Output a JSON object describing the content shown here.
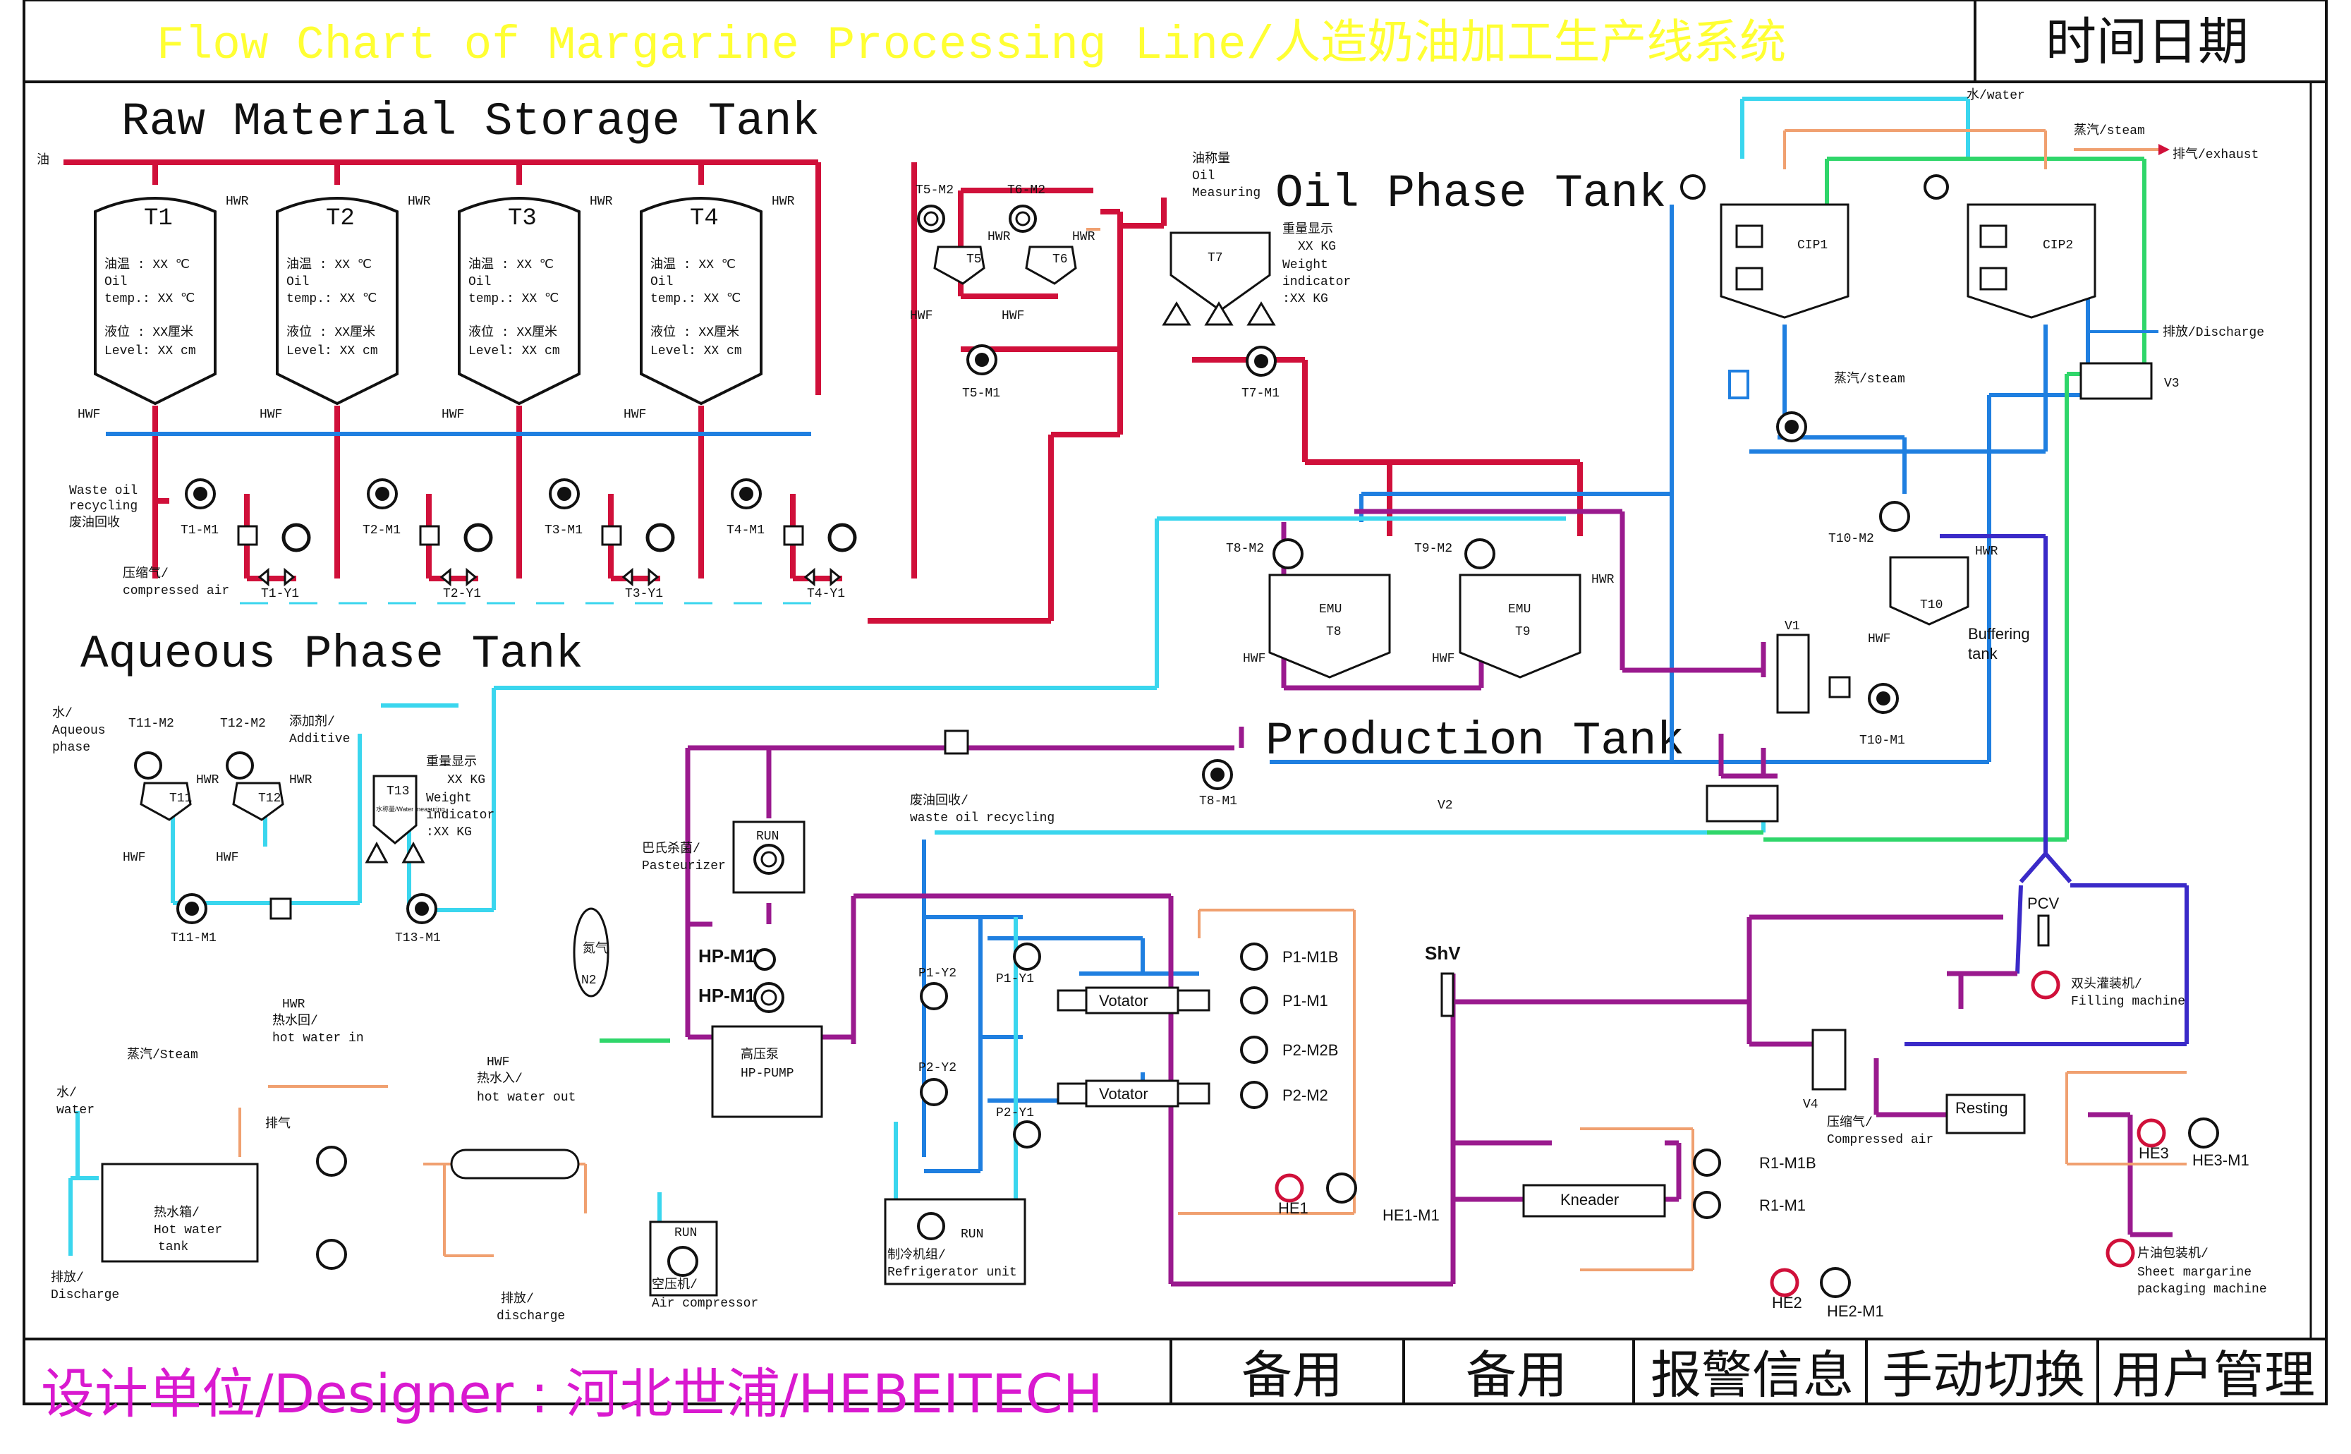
{
  "header": {
    "title": "Flow Chart of Margarine Processing Line/人造奶油加工生产线系统",
    "datetime": "时间日期"
  },
  "sections": {
    "raw_storage": "Raw Material Storage Tank",
    "oil_phase": "Oil Phase Tank",
    "aqueous_phase": "Aqueous Phase Tank",
    "production": "Production Tank"
  },
  "raw_tanks": [
    {
      "id": "T1",
      "pump": "T1-M1",
      "valve": "T1-Y1"
    },
    {
      "id": "T2",
      "pump": "T2-M1",
      "valve": "T2-Y1"
    },
    {
      "id": "T3",
      "pump": "T3-M1",
      "valve": "T3-Y1"
    },
    {
      "id": "T4",
      "pump": "T4-M1",
      "valve": "T4-Y1"
    }
  ],
  "tank_readout": {
    "oil_temp_cn": "油温 : XX ℃",
    "oil_label": "Oil",
    "temp_en": "temp.: XX ℃",
    "level_cn": "液位 : XX厘米",
    "level_en": "Level: XX cm"
  },
  "labels": {
    "oil_inlet": "油",
    "hwr": "HWR",
    "hwf": "HWF",
    "waste_oil_en1": "Waste oil",
    "waste_oil_en2": "recycling",
    "waste_oil_cn": "废油回收",
    "compressed_air_cn": "压缩气/",
    "compressed_air_en": "compressed air",
    "t5m2": "T5-M2",
    "t6m2": "T6-M2",
    "t5": "T5",
    "t6": "T6",
    "t5m1": "T5-M1",
    "oil_weigh_cn": "油称量",
    "oil_weigh_en1": "Oil",
    "oil_weigh_en2": "Measuring",
    "t7": "T7",
    "t7m1": "T7-M1",
    "weight_cn": "重量显示",
    "weight_kg": "XX KG",
    "weight_en1": "Weight",
    "weight_en2": "indicator",
    "weight_en3": ":XX KG",
    "water_top": "水/water",
    "steam_top": "蒸汽/steam",
    "exhaust_top": "排气/exhaust",
    "cip1": "CIP1",
    "cip2": "CIP2",
    "discharge_right": "排放/Discharge",
    "steam_mid": "蒸汽/steam",
    "v3": "V3",
    "t8m2": "T8-M2",
    "t9m2": "T9-M2",
    "emu": "EMU",
    "t8": "T8",
    "t9": "T9",
    "t10m2": "T10-M2",
    "t10": "T10",
    "buffer1": "Buffering",
    "buffer2": "tank",
    "v1": "V1",
    "t10m1": "T10-M1",
    "t8m1": "T8-M1",
    "v2": "V2",
    "waste_recycle_cn": "废油回收/",
    "waste_recycle_en": "waste oil recycling",
    "water_aq1": "水/",
    "water_aq2": "Aqueous",
    "water_aq3": "phase",
    "t11m2": "T11-M2",
    "t12m2": "T12-M2",
    "additive_cn": "添加剂/",
    "additive_en": "Additive",
    "t11": "T11",
    "t12": "T12",
    "t13": "T13",
    "t11m1": "T11-M1",
    "t13m1": "T13-M1",
    "water_meas": "水称量/Water measuring",
    "weight2_cn": "重量显示",
    "weight2_kg": "XX KG",
    "weight2_en1": "Weight",
    "weight2_en2": "indicator",
    "weight2_en3": ":XX KG",
    "pasteurizer_cn": "巴氏杀菌/",
    "pasteurizer_en": "Pasteurizer",
    "run": "RUN",
    "n2": "氮气",
    "n2b": "N2",
    "hpm1b": "HP-M1B",
    "hpm1": "HP-M1",
    "hp_cn": "高压泵",
    "hp_en": "HP-PUMP",
    "p1y2": "P1-Y2",
    "p1y1": "P1-Y1",
    "p2y2": "P2-Y2",
    "p2y1": "P2-Y1",
    "votator": "Votator",
    "p1m1b": "P1-M1B",
    "p1m1": "P1-M1",
    "p2m2b": "P2-M2B",
    "p2m2": "P2-M2",
    "he1": "HE1",
    "he1m1": "HE1-M1",
    "refrig_cn": "制冷机组/",
    "refrig_en": "Refrigerator unit",
    "shv": "ShV",
    "kneader": "Kneader",
    "r1m1b": "R1-M1B",
    "r1m1": "R1-M1",
    "he2": "HE2",
    "he2m1": "HE2-M1",
    "pcv": "PCV",
    "filling_cn": "双头灌装机/",
    "filling_en": "Filling machine",
    "v4": "V4",
    "comp_air2_cn": "压缩气/",
    "comp_air2_en": "Compressed air",
    "resting": "Resting",
    "he3": "HE3",
    "he3m1": "HE3-M1",
    "sheet_cn": "片油包装机/",
    "sheet_en1": "Sheet margarine",
    "sheet_en2": "packaging machine",
    "hwr_in_cn": "热水回/",
    "hwr_in_en": "hot water in",
    "hwf_out_cn": "热水入/",
    "hwf_out_en": "hot water out",
    "steam_left": "蒸汽/Steam",
    "exhaust_left": "排气",
    "water_left1": "水/",
    "water_left2": "water",
    "hot_tank_cn": "热水箱/",
    "hot_tank_en1": "Hot water",
    "hot_tank_en2": "tank",
    "discharge_left1": "排放/",
    "discharge_left2": "Discharge",
    "discharge_bottom1": "排放/",
    "discharge_bottom2": "discharge",
    "aircomp_cn": "空压机/",
    "aircomp_en": "Air compressor"
  },
  "footer": {
    "designer": "设计单位/Designer : 河北世浦/HEBEITECH",
    "spare1": "备用",
    "spare2": "备用",
    "alarm": "报警信息",
    "manual": "手动切换",
    "user": "用户管理"
  },
  "colors": {
    "red_pipe": "#d0103a",
    "blue_pipe": "#1f7fe0",
    "cyan_pipe": "#3ad6ee",
    "purple_pipe": "#9a1a8e",
    "green_pipe": "#2fd66a",
    "navy_pipe": "#3a2ac8",
    "orange_pipe": "#f0a070",
    "title_yellow": "#ffff33",
    "designer_magenta": "#d919cf"
  }
}
